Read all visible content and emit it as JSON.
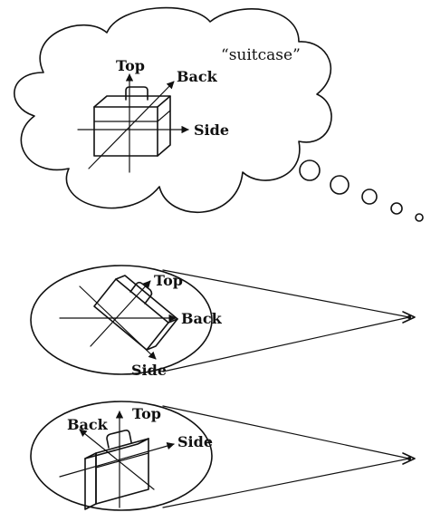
{
  "thought_bubble": {
    "quote": "“suitcase”",
    "axes": {
      "top": "Top",
      "back": "Back",
      "side": "Side"
    }
  },
  "view_1": {
    "axes": {
      "top": "Top",
      "back": "Back",
      "side": "Side"
    }
  },
  "view_2": {
    "axes": {
      "back": "Back",
      "top": "Top",
      "side": "Side"
    }
  }
}
